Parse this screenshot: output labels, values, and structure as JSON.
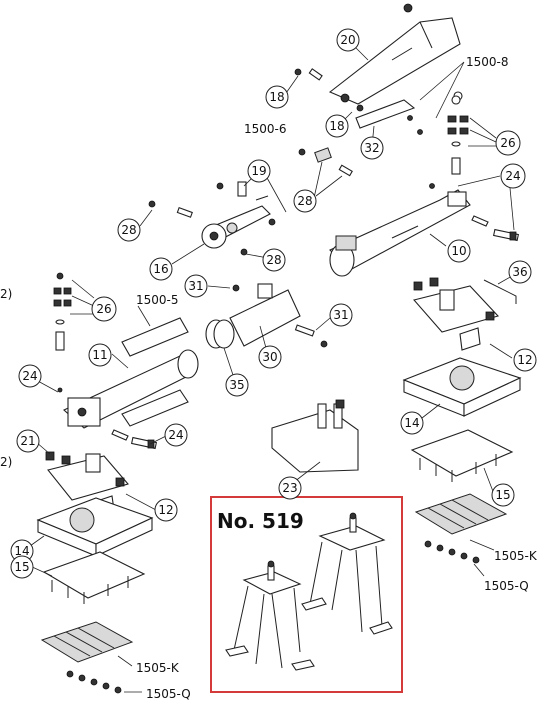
{
  "callouts": [
    "20",
    "18",
    "18",
    "32",
    "26",
    "24",
    "19",
    "28",
    "28",
    "16",
    "28",
    "10",
    "36",
    "31",
    "26",
    "24",
    "11",
    "31",
    "30",
    "35",
    "12",
    "14",
    "24",
    "21",
    "23",
    "15",
    "12",
    "14",
    "15"
  ],
  "text_labels": [
    "1500-8",
    "1500-6",
    "1500-5",
    "1505-K",
    "1505-Q",
    "1505-K",
    "1505-Q",
    "2)",
    "2)"
  ],
  "highlight": {
    "title": "No. 519",
    "border_color": "#d43a3a"
  }
}
